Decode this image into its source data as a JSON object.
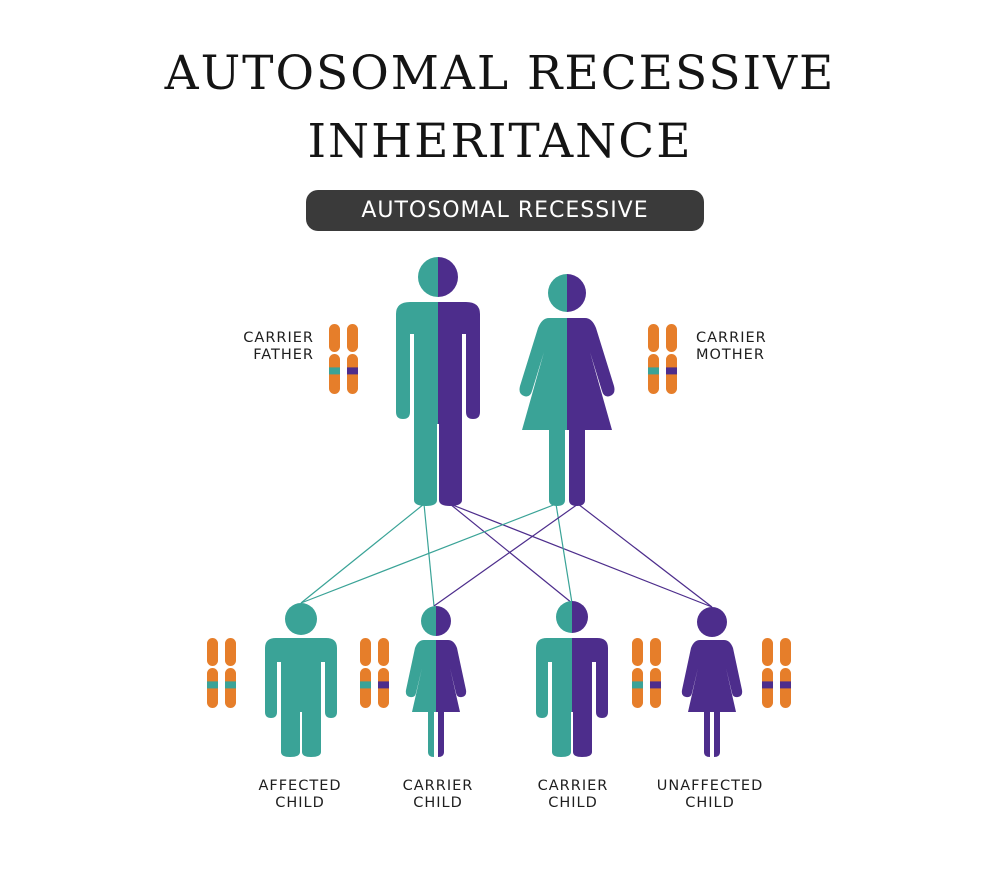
{
  "title": {
    "line1": "AUTOSOMAL RECESSIVE",
    "line2": "INHERITANCE"
  },
  "badge": "AUTOSOMAL RECESSIVE",
  "colors": {
    "dominant_teal": "#3aa397",
    "recessive_purple": "#4d2d8c",
    "chromosome_orange": "#e67e2a",
    "badge_background": "#3a3a3a"
  },
  "parents": {
    "father": {
      "label_line1": "CARRIER",
      "label_line2": "FATHER",
      "alleles": [
        "dominant",
        "recessive"
      ]
    },
    "mother": {
      "label_line1": "CARRIER",
      "label_line2": "MOTHER",
      "alleles": [
        "dominant",
        "recessive"
      ]
    }
  },
  "children": [
    {
      "label_line1": "AFFECTED",
      "label_line2": "CHILD",
      "alleles": [
        "dominant",
        "dominant"
      ]
    },
    {
      "label_line1": "CARRIER",
      "label_line2": "CHILD",
      "alleles": [
        "dominant",
        "recessive"
      ]
    },
    {
      "label_line1": "CARRIER",
      "label_line2": "CHILD",
      "alleles": [
        "dominant",
        "recessive"
      ]
    },
    {
      "label_line1": "UNAFFECTED",
      "label_line2": "CHILD",
      "alleles": [
        "recessive",
        "recessive"
      ]
    }
  ]
}
